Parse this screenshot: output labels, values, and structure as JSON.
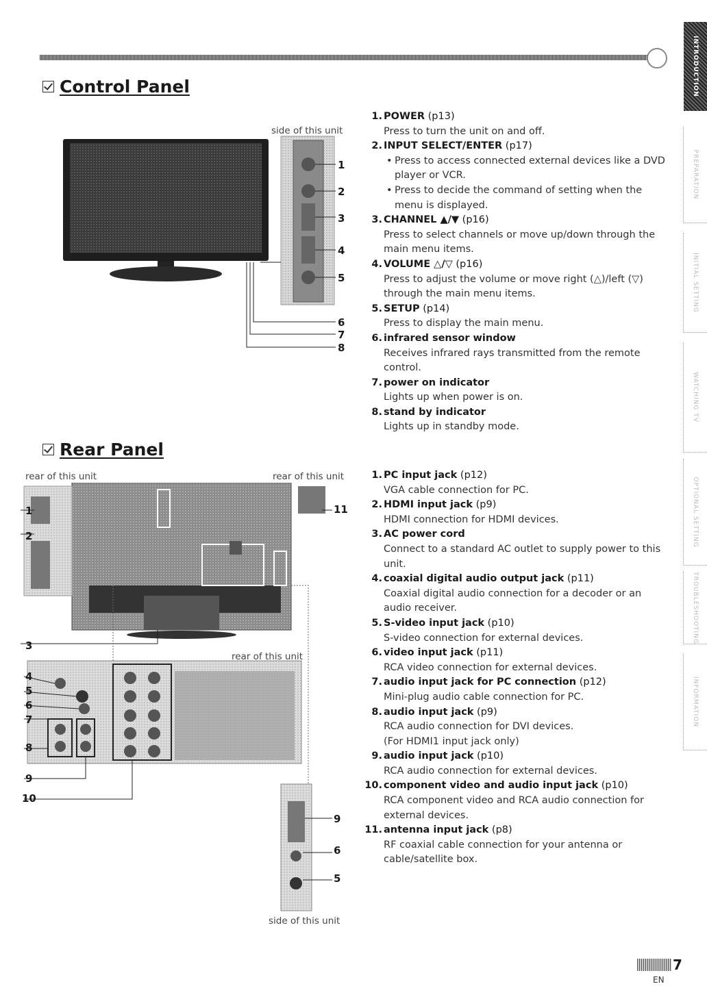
{
  "control_panel": {
    "title": "Control Panel",
    "side_caption": "side of this unit",
    "callouts": [
      "1",
      "2",
      "3",
      "4",
      "5",
      "6",
      "7",
      "8"
    ],
    "items": [
      {
        "num": "1.",
        "name": "POWER",
        "ref": " (p13)",
        "desc": [
          "Press to turn the unit on and off."
        ]
      },
      {
        "num": "2.",
        "name": "INPUT SELECT/ENTER",
        "ref": " (p17)",
        "bullets": [
          "Press to access connected external devices like a DVD player or VCR.",
          "Press to decide the command of setting when the menu is displayed."
        ]
      },
      {
        "num": "3.",
        "name": "CHANNEL ▲/▼",
        "ref": " (p16)",
        "desc": [
          "Press to select channels or move up/down through the main menu items."
        ]
      },
      {
        "num": "4.",
        "name": "VOLUME △/▽",
        "ref": " (p16)",
        "desc": [
          "Press to adjust the volume or move right (△)/left (▽) through the main menu items."
        ]
      },
      {
        "num": "5.",
        "name": "SETUP",
        "ref": " (p14)",
        "desc": [
          "Press to display the main menu."
        ]
      },
      {
        "num": "6.",
        "name": "infrared sensor window",
        "ref": "",
        "desc": [
          "Receives infrared rays transmitted from the remote control."
        ]
      },
      {
        "num": "7.",
        "name": "power on indicator",
        "ref": "",
        "desc": [
          "Lights up when power is on."
        ]
      },
      {
        "num": "8.",
        "name": "stand by indicator",
        "ref": "",
        "desc": [
          "Lights up in standby mode."
        ]
      }
    ]
  },
  "rear_panel": {
    "title": "Rear Panel",
    "caption_rear_left": "rear of this unit",
    "caption_rear_right": "rear of this unit",
    "caption_rear_mid": "rear of this unit",
    "caption_side": "side of this unit",
    "items": [
      {
        "num": "1.",
        "name": "PC input jack",
        "ref": " (p12)",
        "desc": [
          "VGA cable connection for PC."
        ]
      },
      {
        "num": "2.",
        "name": "HDMI input jack",
        "ref": " (p9)",
        "desc": [
          "HDMI connection for HDMI devices."
        ]
      },
      {
        "num": "3.",
        "name": "AC power cord",
        "ref": "",
        "desc": [
          "Connect to a standard AC outlet to supply power to this unit."
        ]
      },
      {
        "num": "4.",
        "name": "coaxial digital audio output jack",
        "ref": " (p11)",
        "desc": [
          "Coaxial digital audio connection for a decoder or an audio receiver."
        ]
      },
      {
        "num": "5.",
        "name": "S-video input jack",
        "ref": " (p10)",
        "desc": [
          "S-video connection for external devices."
        ]
      },
      {
        "num": "6.",
        "name": "video input jack",
        "ref": " (p11)",
        "desc": [
          "RCA video connection for external devices."
        ]
      },
      {
        "num": "7.",
        "name": "audio input jack for PC connection",
        "ref": " (p12)",
        "desc": [
          "Mini-plug audio cable connection for PC."
        ]
      },
      {
        "num": "8.",
        "name": "audio input jack",
        "ref": " (p9)",
        "desc": [
          "RCA audio connection for DVI devices.",
          "(For HDMI1 input jack only)"
        ]
      },
      {
        "num": "9.",
        "name": "audio input jack",
        "ref": " (p10)",
        "desc": [
          "RCA audio connection for external devices."
        ]
      },
      {
        "num": "10.",
        "name": "component video and audio input jack",
        "ref": " (p10)",
        "desc": [
          "RCA component video and RCA audio connection for external devices."
        ]
      },
      {
        "num": "11.",
        "name": "antenna input jack",
        "ref": " (p8)",
        "desc": [
          "RF coaxial cable connection for your antenna or cable/satellite box."
        ]
      }
    ]
  },
  "side_tabs": [
    "INTRODUCTION",
    "PREPARATION",
    "INITIAL SETTING",
    "WATCHING TV",
    "OPTIONAL SETTING",
    "TROUBLESHOOTING",
    "INFORMATION"
  ],
  "footer": {
    "page": "7",
    "lang": "EN"
  }
}
